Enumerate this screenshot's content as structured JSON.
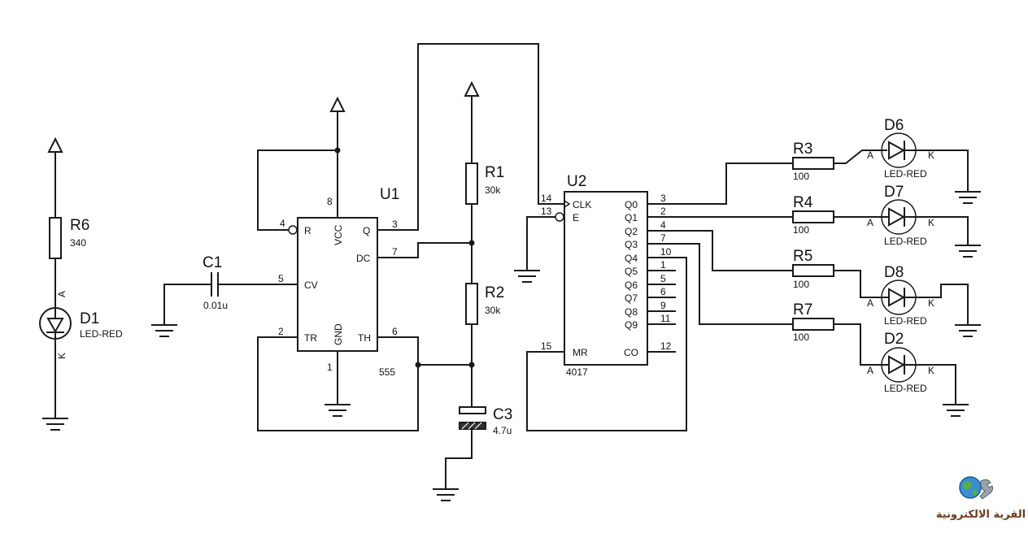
{
  "components": {
    "r6": {
      "ref": "R6",
      "value": "340"
    },
    "d1": {
      "ref": "D1",
      "value": "LED-RED",
      "anode": "A",
      "cathode": "K"
    },
    "c1": {
      "ref": "C1",
      "value": "0.01u"
    },
    "u1": {
      "ref": "U1",
      "part": "555",
      "pins": {
        "r": "R",
        "vcc": "VCC",
        "q": "Q",
        "dc": "DC",
        "cv": "CV",
        "tr": "TR",
        "gnd": "GND",
        "th": "TH"
      },
      "pin_numbers": {
        "r": "4",
        "vcc": "8",
        "q": "3",
        "dc": "7",
        "cv": "5",
        "tr": "2",
        "gnd": "1",
        "th": "6"
      }
    },
    "r1": {
      "ref": "R1",
      "value": "30k"
    },
    "r2": {
      "ref": "R2",
      "value": "30k"
    },
    "c3": {
      "ref": "C3",
      "value": "4.7u"
    },
    "u2": {
      "ref": "U2",
      "part": "4017",
      "pins": {
        "clk": "CLK",
        "e": "E",
        "mr": "MR",
        "q0": "Q0",
        "q1": "Q1",
        "q2": "Q2",
        "q3": "Q3",
        "q4": "Q4",
        "q5": "Q5",
        "q6": "Q6",
        "q7": "Q7",
        "q8": "Q8",
        "q9": "Q9",
        "co": "CO"
      },
      "pin_numbers": {
        "clk": "14",
        "e": "13",
        "mr": "15",
        "q0": "3",
        "q1": "2",
        "q2": "4",
        "q3": "7",
        "q4": "10",
        "q5": "1",
        "q6": "5",
        "q7": "6",
        "q8": "9",
        "q9": "11",
        "co": "12"
      }
    },
    "r3": {
      "ref": "R3",
      "value": "100"
    },
    "r4": {
      "ref": "R4",
      "value": "100"
    },
    "r5": {
      "ref": "R5",
      "value": "100"
    },
    "r7": {
      "ref": "R7",
      "value": "100"
    },
    "d6": {
      "ref": "D6",
      "value": "LED-RED",
      "anode": "A",
      "cathode": "K"
    },
    "d7": {
      "ref": "D7",
      "value": "LED-RED",
      "anode": "A",
      "cathode": "K"
    },
    "d8": {
      "ref": "D8",
      "value": "LED-RED",
      "anode": "A",
      "cathode": "K"
    },
    "d2": {
      "ref": "D2",
      "value": "LED-RED",
      "anode": "A",
      "cathode": "K"
    }
  },
  "logo": {
    "text": "القرية الالكترونية",
    "icon": "globe-wrench-icon"
  }
}
